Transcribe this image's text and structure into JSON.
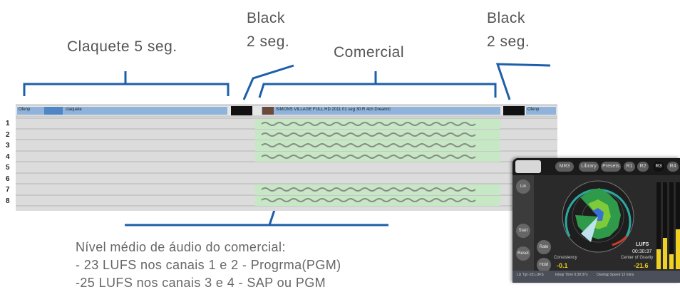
{
  "labels": {
    "claquete": "Claquete 5 seg.",
    "black_1_line1": "Black",
    "black_1_line2": "2 seg.",
    "comercial": "Comercial",
    "black_2_line1": "Black",
    "black_2_line2": "2 seg."
  },
  "timeline": {
    "clip_claquete": "claquete",
    "clip_comercial": "SIMONS VILLAGE FULL HD 2011 01 seg 30 R 4ch Dreamtc",
    "clip_end_1": "Ofenp",
    "clip_end_2": "Ofenp",
    "tracks": [
      "1",
      "2",
      "3",
      "4",
      "5",
      "6",
      "7",
      "8"
    ]
  },
  "note": {
    "line1": "Nível médio de áudio do comercial:",
    "line2": "- 23 LUFS nos canais 1 e 2 - Progrma(PGM)",
    "line3": "-25 LUFS nos canais 3 e 4 - SAP ou PGM"
  },
  "meter": {
    "tabs": [
      "MR3",
      "Library",
      "Presets",
      "R1",
      "R2",
      "R3",
      "R4"
    ],
    "side_buttons": [
      "Lin",
      "Start",
      "Reset",
      "Hold",
      "Rate"
    ],
    "readout_label": "LUFS",
    "readout_time": "00:30:37",
    "readout_center": "Center of Gravity",
    "readout_value": "-21.6",
    "consistency_label": "Consistency",
    "consistency_value": "-0.1",
    "footer": [
      "LU Tgt -23 LUFS",
      "Integr Time 0:30:37s",
      "Overlap Speed 12 mins"
    ]
  },
  "colors": {
    "bracket": "#1d5fa8",
    "waveform_bg": "#c7e8c4",
    "clip_header": "#8fb3da",
    "black_block": "#111111",
    "accent_yellow": "#f0d020"
  }
}
